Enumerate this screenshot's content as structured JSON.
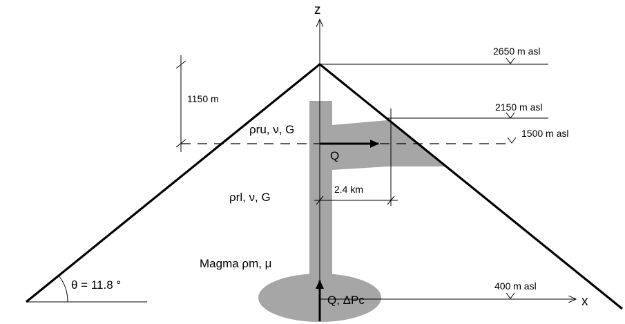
{
  "labels": {
    "z_axis": "z",
    "x_axis": "x",
    "elev_2650": "2650 m asl",
    "elev_2150": "2150 m asl",
    "elev_1500": "1500 m asl",
    "elev_400": "400 m asl",
    "height_1150": "1150 m",
    "upper_rock": "ρru, ν, G",
    "lower_rock": "ρrl, ν, G",
    "magma": "Magma ρm, μ",
    "flux_q": "Q",
    "flux_chamber": "Q, ΔPc",
    "sill_length": "2.4 km",
    "slope_angle": "θ = 11.8 °"
  },
  "colors": {
    "magma_fill": "#a6a6a6",
    "line": "#000000"
  }
}
